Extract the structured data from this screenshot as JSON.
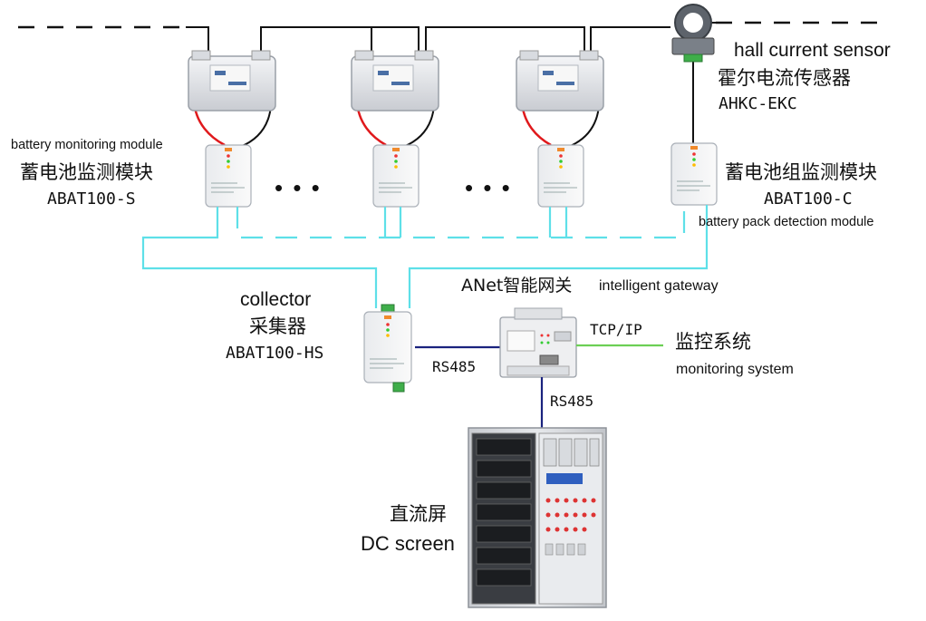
{
  "labels": {
    "battery_module_en": "battery monitoring module",
    "battery_module_cn": "蓄电池监测模块",
    "battery_module_model": "ABAT100-S",
    "hall_sensor_en": "hall current sensor",
    "hall_sensor_cn": "霍尔电流传感器",
    "hall_sensor_model": "AHKC-EKC",
    "pack_module_cn": "蓄电池组监测模块",
    "pack_module_model": "ABAT100-C",
    "pack_module_en": "battery pack detection module",
    "collector_en": "collector",
    "collector_cn": "采集器",
    "collector_model": "ABAT100-HS",
    "gateway_cn": "ANet智能网关",
    "gateway_en": "intelligent gateway",
    "tcpip": "TCP/IP",
    "monitoring_cn": "监控系统",
    "monitoring_en": "monitoring system",
    "rs485_collector": "RS485",
    "rs485_gateway": "RS485",
    "dc_screen_cn": "直流屏",
    "dc_screen_en": "DC screen",
    "ellipsis_1": "• • •",
    "ellipsis_2": "• • •"
  },
  "colors": {
    "bus_cyan": "#5ee0e8",
    "rs485_blue": "#1a237e",
    "tcp_green": "#6ccf55",
    "wire_black": "#111111",
    "wire_red": "#e0191c"
  }
}
